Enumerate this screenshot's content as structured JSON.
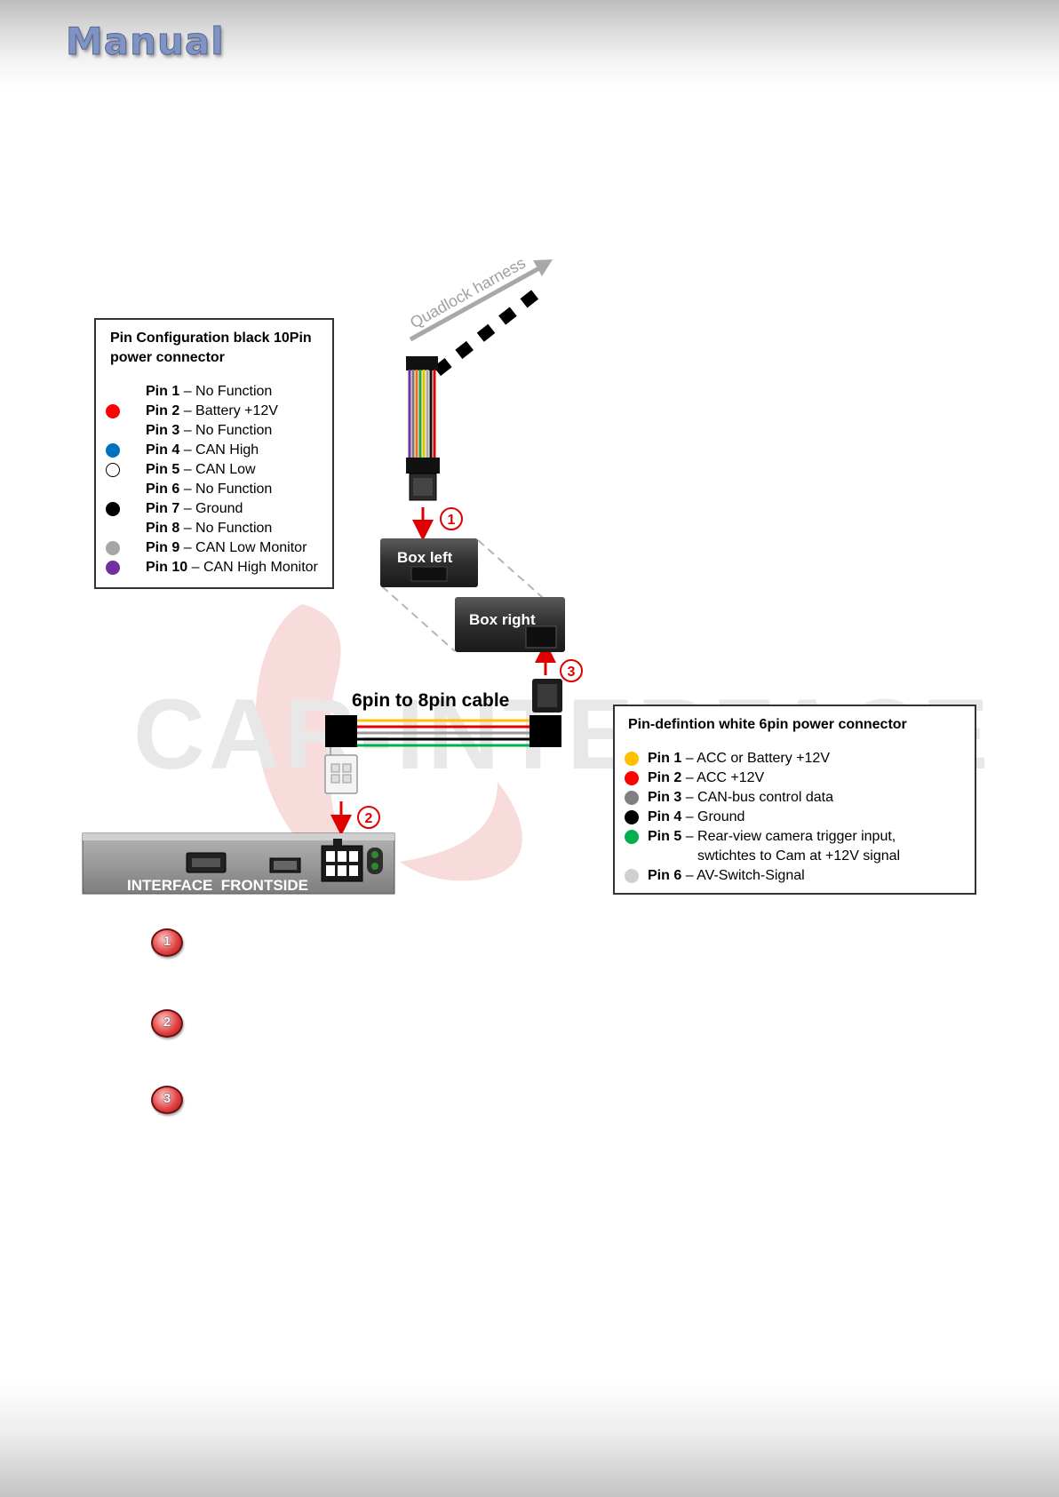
{
  "header": {
    "title": "Manual"
  },
  "watermark": {
    "brand": "CAR-INTERFACE"
  },
  "diagram": {
    "quadlock_label": "Quadlock harness",
    "box_left_label": "Box left",
    "box_right_label": "Box right",
    "cable_label": "6pin to 8pin cable",
    "interface_label": "INTERFACE  FRONTSIDE",
    "callouts": [
      "1",
      "2",
      "3"
    ]
  },
  "legend_10pin": {
    "title": "Pin Configuration black 10Pin power connector",
    "pins": [
      {
        "name": "Pin 1",
        "desc": "– No Function",
        "color": ""
      },
      {
        "name": "Pin 2",
        "desc": "– Battery +12V",
        "color": "#ff0000"
      },
      {
        "name": "Pin 3",
        "desc": "– No Function",
        "color": ""
      },
      {
        "name": "Pin 4",
        "desc": "– CAN High",
        "color": "#0070c0"
      },
      {
        "name": "Pin 5",
        "desc": "– CAN Low",
        "color": "#ffffff"
      },
      {
        "name": "Pin 6",
        "desc": "– No Function",
        "color": ""
      },
      {
        "name": "Pin 7",
        "desc": "– Ground",
        "color": "#000000"
      },
      {
        "name": "Pin 8",
        "desc": "– No Function",
        "color": ""
      },
      {
        "name": "Pin 9",
        "desc": "– CAN Low Monitor",
        "color": "#a6a6a6"
      },
      {
        "name": "Pin 10",
        "desc": "– CAN High Monitor",
        "color": "#7030a0"
      }
    ]
  },
  "legend_6pin": {
    "title": "Pin-defintion white 6pin power connector",
    "pins": [
      {
        "name": "Pin 1",
        "desc": "– ACC or Battery +12V",
        "cont": "",
        "color": "#ffc000"
      },
      {
        "name": "Pin 2",
        "desc": "– ACC +12V",
        "cont": "",
        "color": "#ff0000"
      },
      {
        "name": "Pin 3",
        "desc": "– CAN-bus control data",
        "cont": "",
        "color": "#808080"
      },
      {
        "name": "Pin 4",
        "desc": "– Ground",
        "cont": "",
        "color": "#000000"
      },
      {
        "name": "Pin 5",
        "desc": "– Rear-view camera trigger input,",
        "cont": "swtichtes to Cam at +12V signal",
        "color": "#00b050"
      },
      {
        "name": "Pin 6",
        "desc": "– AV-Switch-Signal",
        "cont": "",
        "color": "#d0d0d0"
      }
    ]
  },
  "steps": [
    {
      "number": "1"
    },
    {
      "number": "2"
    },
    {
      "number": "3"
    }
  ]
}
